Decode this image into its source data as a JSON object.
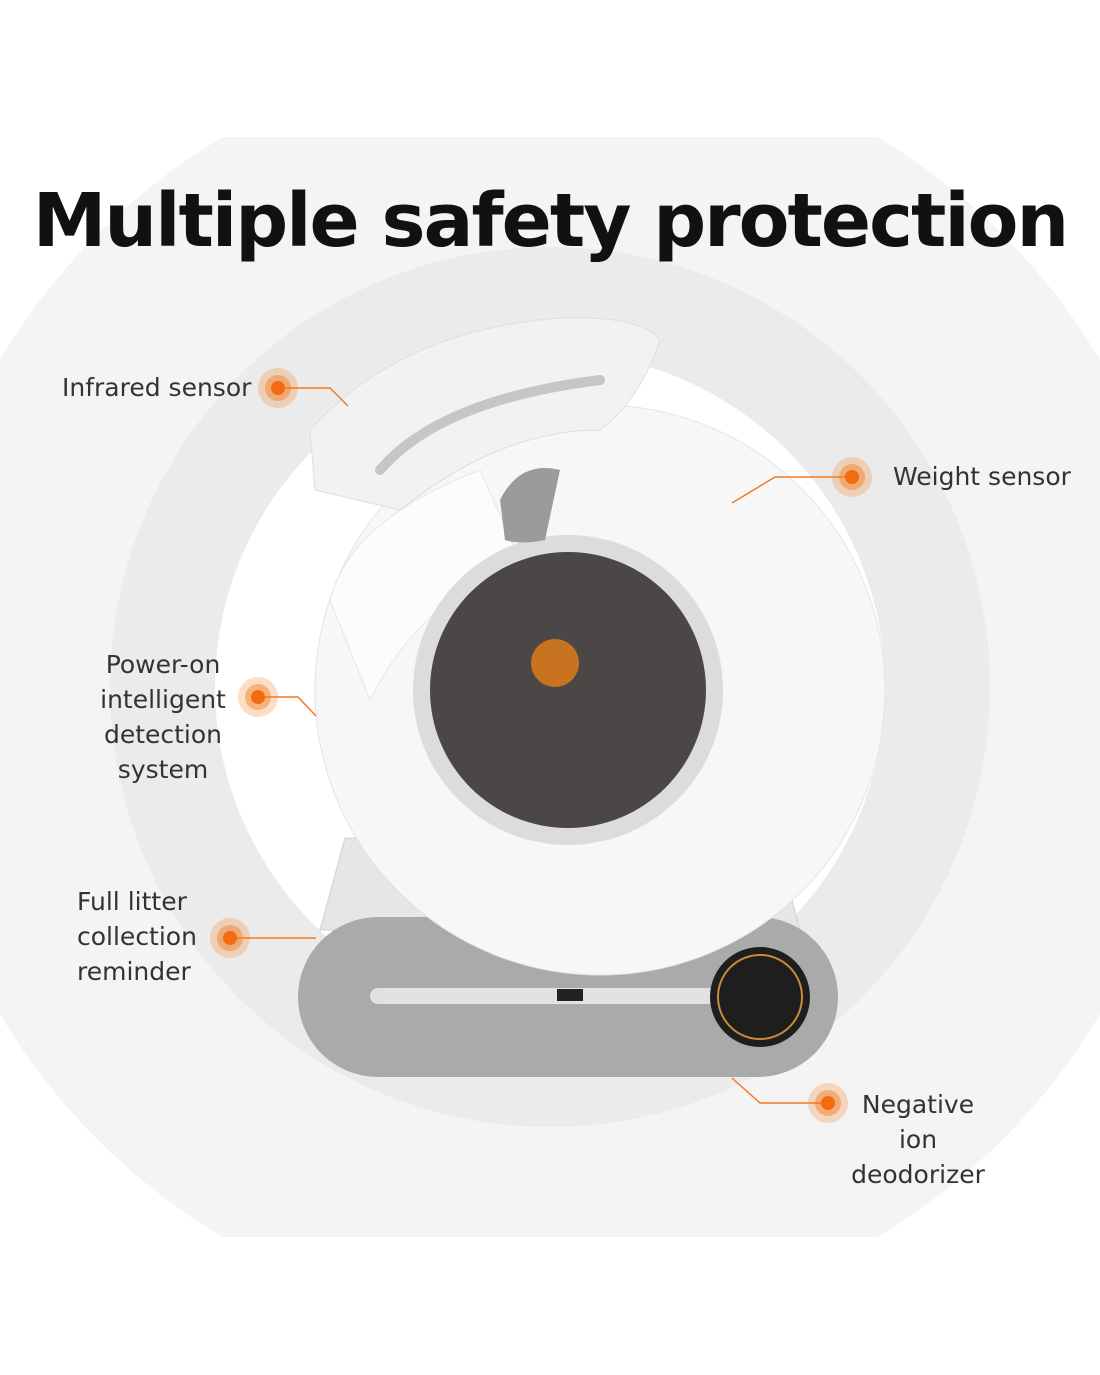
{
  "title": "Multiple safety protection",
  "accent_color": "#f47a20",
  "callouts": {
    "infrared": "Infrared sensor",
    "weight": "Weight sensor",
    "power_on": [
      "Power-on",
      "intelligent",
      "detection system"
    ],
    "full_litter": [
      "Full litter",
      "collection",
      "reminder"
    ],
    "negative_ion": [
      "Negative",
      "ion deodorizer"
    ]
  }
}
